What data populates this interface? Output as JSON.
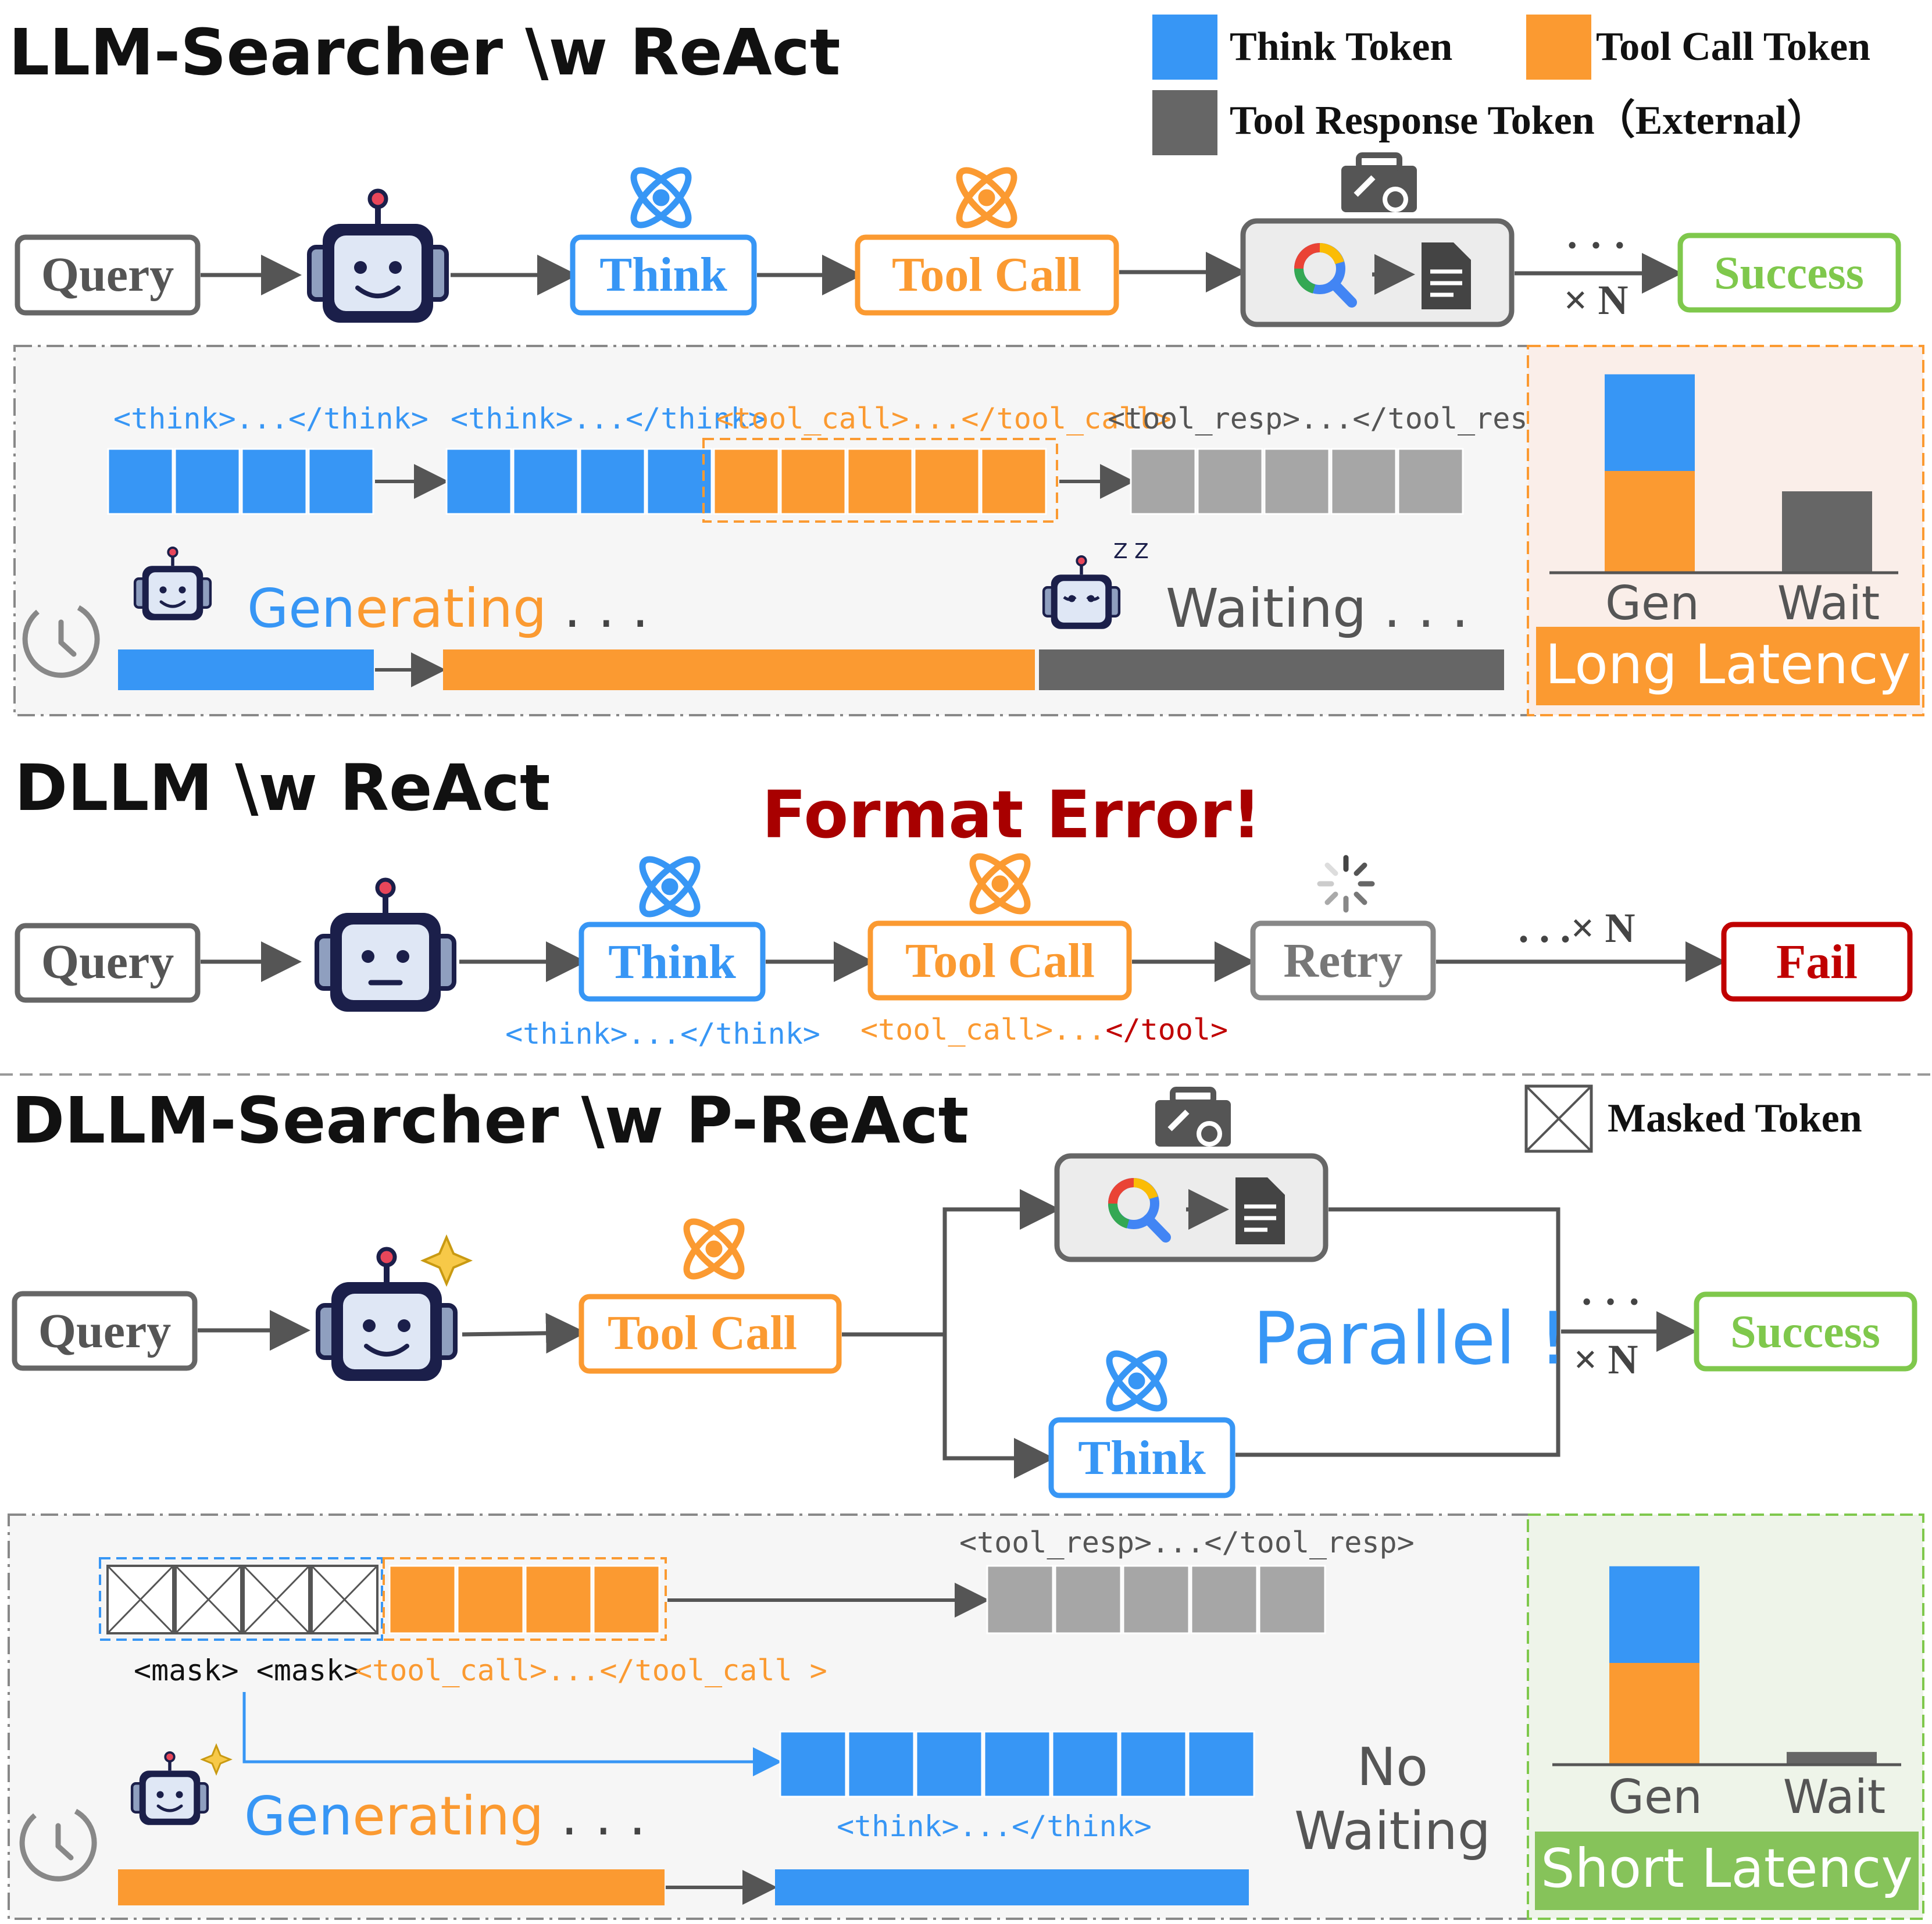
{
  "legend": {
    "think_token": "Think Token",
    "tool_call_token": "Tool Call Token",
    "tool_response_token": "Tool Response Token（External）",
    "masked_token": "Masked Token"
  },
  "colors": {
    "think": "#3796f5",
    "tool_call": "#fb9a31",
    "tool_resp": "#a6a6a6",
    "wait": "#666666",
    "success": "#7fc84c",
    "fail": "#c00000",
    "error": "#a80000"
  },
  "section1": {
    "title": "LLM-Searcher \\w ReAct",
    "query": "Query",
    "think": "Think",
    "tool_call": "Tool Call",
    "dots": "· · ·",
    "times_n": "× N",
    "success": "Success",
    "tag_think_1": "<think>...</think>",
    "tag_think_2": "<think>...</think>",
    "tag_tool_call": "<tool_call>...</tool_call>",
    "tag_tool_resp": "<tool_resp>...</tool_resp>",
    "generating_gen": "Gen",
    "generating_erating": "erating",
    "generating_dots": " . . .",
    "waiting": "Waiting . . .",
    "zzz": "Z Z",
    "chart_gen": "Gen",
    "chart_wait": "Wait",
    "latency": "Long Latency"
  },
  "section2": {
    "title": "DLLM \\w ReAct",
    "format_error": "Format Error!",
    "query": "Query",
    "think": "Think",
    "tool_call": "Tool Call",
    "retry": "Retry",
    "dots_n": ". . .× N",
    "fail": "Fail",
    "tag_think": "<think>...</think>",
    "tag_tool_call_a": "<tool_call>...",
    "tag_tool_call_b": "</tool>"
  },
  "section3": {
    "title": "DLLM-Searcher \\w P-ReAct",
    "query": "Query",
    "tool_call": "Tool Call",
    "think": "Think",
    "parallel": "Parallel !",
    "dots": "· · ·",
    "times_n": "× N",
    "success": "Success",
    "tag_tool_resp": "<tool_resp>...</tool_resp>",
    "tag_mask": "<mask> <mask>",
    "tag_tool_call": "<tool_call>...</tool_call >",
    "tag_think": "<think>...</think>",
    "generating_gen": "Gen",
    "generating_erating": "erating",
    "generating_dots": " . . .",
    "no_waiting_1": "No",
    "no_waiting_2": "Waiting",
    "chart_gen": "Gen",
    "chart_wait": "Wait",
    "latency": "Short Latency"
  },
  "chart_data": [
    {
      "type": "bar",
      "title": "",
      "categories": [
        "Gen",
        "Wait"
      ],
      "stacked": true,
      "series": [
        {
          "color": "#fb9a31",
          "values": [
            40,
            0
          ]
        },
        {
          "color": "#3796f5",
          "values": [
            38,
            0
          ]
        },
        {
          "color": "#666666",
          "values": [
            0,
            32
          ]
        }
      ],
      "ylim": [
        0,
        80
      ],
      "caption": "Long Latency"
    },
    {
      "type": "bar",
      "title": "",
      "categories": [
        "Gen",
        "Wait"
      ],
      "stacked": true,
      "series": [
        {
          "color": "#fb9a31",
          "values": [
            40,
            0
          ]
        },
        {
          "color": "#3796f5",
          "values": [
            38,
            0
          ]
        },
        {
          "color": "#666666",
          "values": [
            0,
            5
          ]
        }
      ],
      "ylim": [
        0,
        80
      ],
      "caption": "Short Latency"
    }
  ]
}
